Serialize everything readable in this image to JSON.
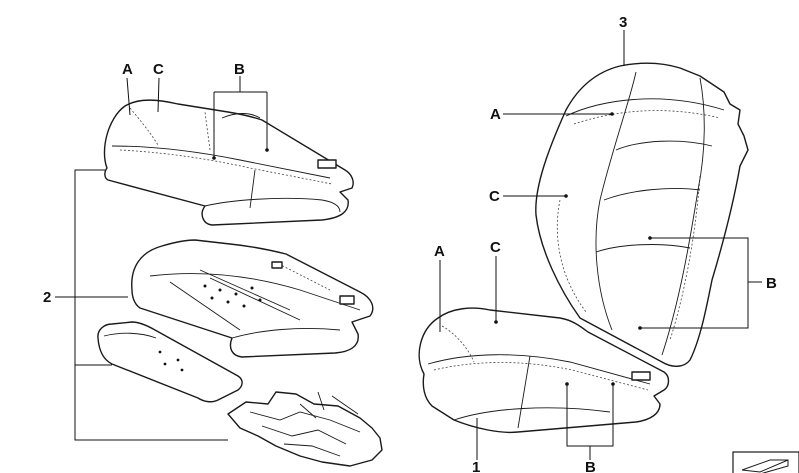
{
  "callouts": {
    "seat_cover_A": "A",
    "seat_cover_C": "C",
    "seat_cover_B": "B",
    "group_2": "2",
    "backrest_3": "3",
    "backrest_A": "A",
    "backrest_C": "C",
    "backrest_B": "B",
    "seat_A": "A",
    "seat_C": "C",
    "seat_1": "1",
    "seat_B": "B"
  }
}
